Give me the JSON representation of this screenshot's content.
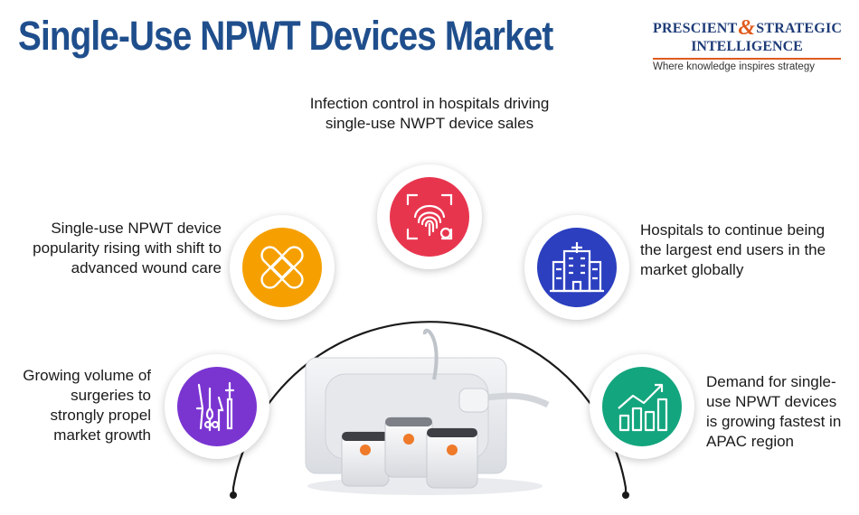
{
  "title": "Single-Use NPWT Devices Market",
  "logo": {
    "line1a": "PRESCIENT",
    "amp": "&",
    "line1b": "STRATEGIC",
    "line2": "INTELLIGENCE",
    "tagline": "Where knowledge inspires strategy",
    "colors": {
      "blue": "#1f3c78",
      "orange": "#e05a1c"
    }
  },
  "nodes": [
    {
      "id": "infection",
      "icon": "fingerprint-scan-icon",
      "color": "#e8354e",
      "caption": "Infection control in hospitals driving single-use NWPT device sales"
    },
    {
      "id": "popularity",
      "icon": "bandage-icon",
      "color": "#f5a000",
      "caption": "Single-use NPWT device popularity rising with shift to advanced wound care"
    },
    {
      "id": "hospitals",
      "icon": "hospital-building-icon",
      "color": "#2b3fbf",
      "caption": "Hospitals to continue being the largest end users in the market globally"
    },
    {
      "id": "surgeries",
      "icon": "surgical-tools-icon",
      "color": "#7a35d1",
      "caption": "Growing volume of surgeries to strongly propel market growth"
    },
    {
      "id": "apac",
      "icon": "growth-chart-icon",
      "color": "#13a57e",
      "caption": "Demand for single-use NPWT devices is growing fastest in APAC region"
    }
  ]
}
